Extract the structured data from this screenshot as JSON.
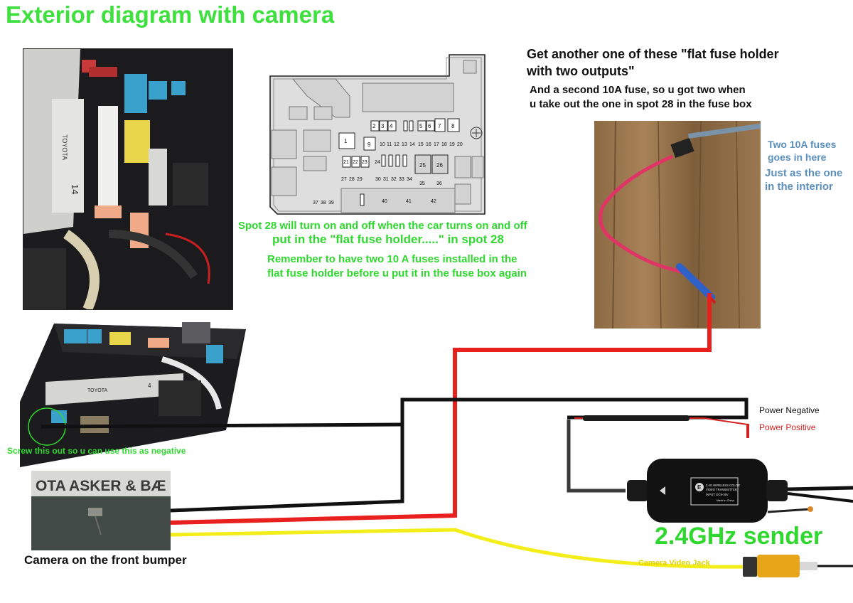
{
  "title": "Exterior diagram with camera",
  "fuse_box": {
    "slots": [
      "1",
      "2",
      "3",
      "4",
      "5",
      "6",
      "7",
      "8",
      "9",
      "10",
      "11",
      "12",
      "13",
      "14",
      "15",
      "16",
      "17",
      "18",
      "19",
      "20",
      "21",
      "22",
      "23",
      "24",
      "25",
      "26",
      "27",
      "28",
      "29",
      "30",
      "31",
      "32",
      "33",
      "34",
      "35",
      "36",
      "37",
      "38",
      "39",
      "40",
      "41",
      "42"
    ]
  },
  "notes": {
    "spot28_line1": "Spot 28 will turn on and off when the car turns on and off",
    "spot28_line2": "put in the \"flat fuse holder.....\" in spot 28",
    "remember_line1": "Remember to have two 10 A fuses installed in the",
    "remember_line2": "flat fuse holder before u put it in the fuse box again",
    "get_another_line1": "Get another one of these \"flat fuse holder",
    "get_another_line2": "with two outputs\"",
    "second_fuse_line1": "And a second 10A fuse, so u got two when",
    "second_fuse_line2": "u take out the one in spot 28 in the fuse box",
    "two_fuses_line1": "Two 10A fuses",
    "two_fuses_line2": "goes in here",
    "interior_line1": "Just as the one",
    "interior_line2": "in the interior",
    "screw_note": "Screw this out so u can use this as negative",
    "camera_caption": "Camera on the front bumper",
    "bumper_text": "OTA ASKER & BÆ"
  },
  "labels": {
    "power_negative": "Power Negative",
    "power_positive": "Power Positive",
    "sender": "2.4GHz sender",
    "video_jack": "Camera Video Jack"
  },
  "transmitter": {
    "brand": "E",
    "line1": "2.4G WIRELESS COLOR",
    "line2": "VIDEO TRANSMITTER",
    "line3": "INPUT: DC9-16V",
    "line4": "Made in China"
  },
  "fuse_photo": {
    "brand": "TOYOTA",
    "number": "14"
  },
  "engine_photo": {
    "brand": "TOYOTA",
    "number": "4"
  },
  "colors": {
    "title_green": "#3ee03e",
    "wire_red": "#e8201e",
    "wire_black": "#111111",
    "wire_yellow": "#f3ee1a",
    "note_blue": "#5b8fbd",
    "power_positive_red": "#d42020"
  }
}
